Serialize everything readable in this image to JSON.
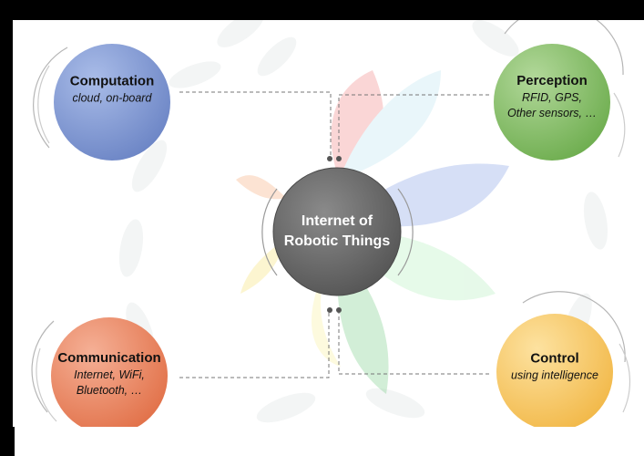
{
  "center": {
    "line1": "Internet of",
    "line2": "Robotic Things"
  },
  "nodes": {
    "computation": {
      "title": "Computation",
      "lines": [
        "cloud, on-board"
      ]
    },
    "perception": {
      "title": "Perception",
      "lines": [
        "RFID, GPS,",
        "Other sensors, …"
      ]
    },
    "communication": {
      "title": "Communication",
      "lines": [
        "Internet, WiFi,",
        "Bluetooth, …"
      ]
    },
    "control": {
      "title": "Control",
      "lines": [
        "using intelligence"
      ]
    }
  },
  "colors": {
    "computation": "#7f97d2",
    "perception": "#86bd67",
    "communication": "#ec8863",
    "control": "#f6c766",
    "center": "#6b6b6b"
  }
}
